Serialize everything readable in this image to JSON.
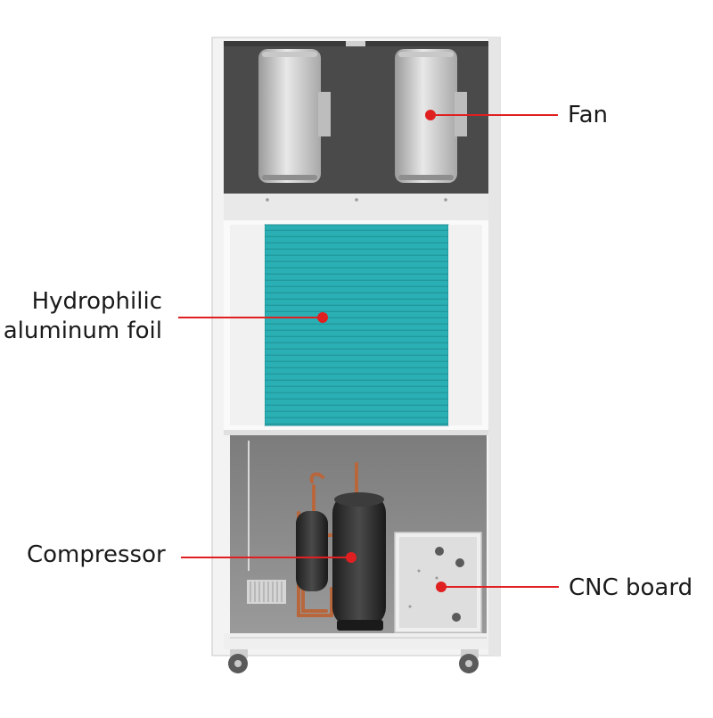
{
  "callouts": {
    "fan": "Fan",
    "foil_line1": "Hydrophilic",
    "foil_line2": "aluminum foil",
    "compressor": "Compressor",
    "cnc_board": "CNC board"
  },
  "colors": {
    "callout_line": "#e02020",
    "cabinet_frame": "#f2f2f2",
    "fan_bay": "#4a4a4a",
    "coil": "#2ab0b4",
    "machine_bay": "#8a8a8a",
    "compressor_body": "#2e2e2e",
    "copper_pipe": "#b8663c"
  }
}
